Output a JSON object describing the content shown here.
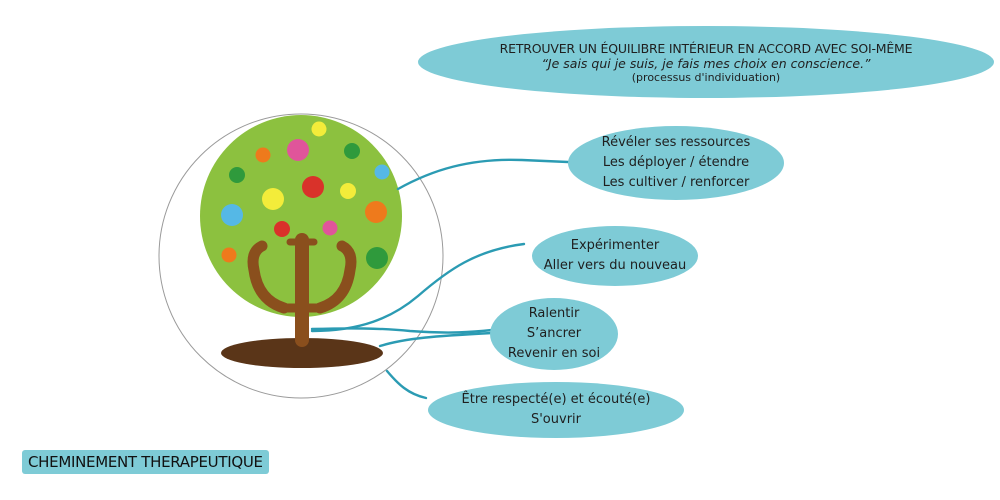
{
  "title": "CHEMINEMENT THERAPEUTIQUE",
  "goal": {
    "line1": "RETROUVER UN ÉQUILIBRE INTÉRIEUR EN ACCORD AVEC SOI-MÊME",
    "line2": "“Je sais qui je suis, je fais mes choix en conscience.”",
    "line3": "(processus d'individuation)"
  },
  "branches": {
    "resources": [
      "Révéler ses ressources",
      "Les déployer / étendre",
      "Les cultiver / renforcer"
    ],
    "experiment": [
      "Expérimenter",
      "Aller vers du nouveau"
    ],
    "slow": [
      "Ralentir",
      "S’ancrer",
      "Revenir en soi"
    ],
    "respect": [
      "Être respecté(e) et écouté(e)",
      "S'ouvrir"
    ]
  },
  "colors": {
    "bubble": "#7ecbd6",
    "connector": "#2b9bb3",
    "canopy": "#8cc13f",
    "trunk": "#8a4f1d",
    "ground": "#5a3518",
    "fruit_pink": "#e0559a",
    "fruit_orange": "#ee7a1c",
    "fruit_yellow": "#f3ec3a",
    "fruit_red": "#d9322a",
    "fruit_blue": "#55b8e6",
    "fruit_green": "#2f9a3c"
  },
  "icons": {
    "emblem": "psi-tree-icon"
  }
}
